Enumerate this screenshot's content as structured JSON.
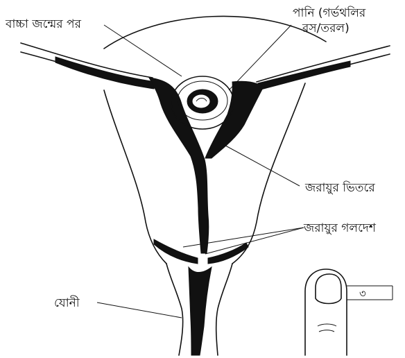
{
  "labels": {
    "after_birth": "বাচ্চা জন্মের পর",
    "water_line1": "পানি (গর্ভথলির",
    "water_line2": "রস/তরল)",
    "inside_uterus": "জরায়ুর ভিতরে",
    "cervix": "জরায়ুর গলদেশ",
    "vagina": "যোনী"
  },
  "icons": [
    "finger-icon",
    "fingernail-icon"
  ],
  "colors": {
    "ink": "#111111",
    "background": "#ffffff"
  }
}
